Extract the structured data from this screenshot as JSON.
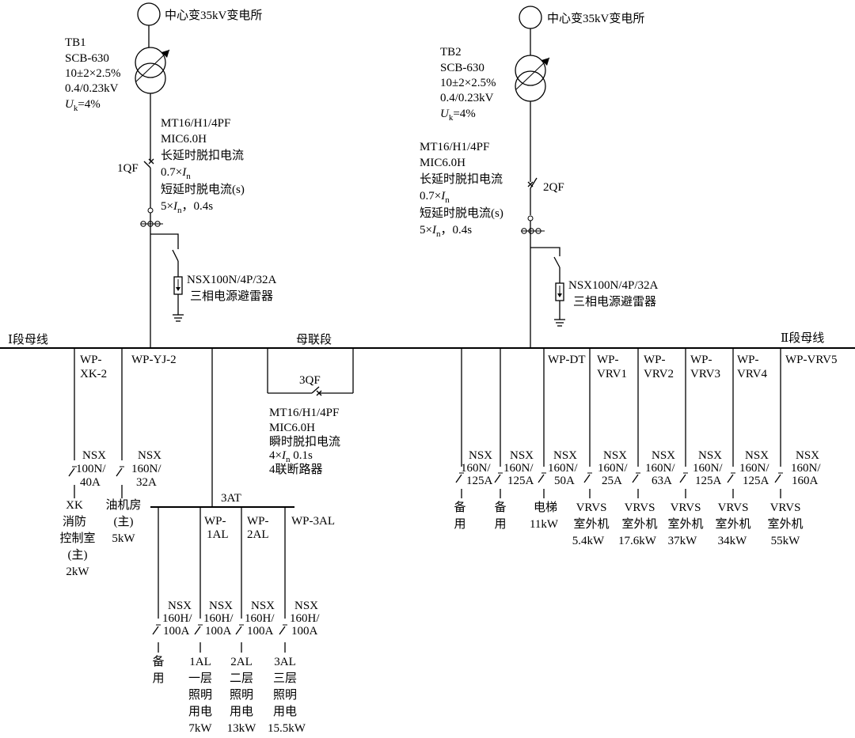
{
  "sources": {
    "left": "中心变35kV变电所",
    "right": "中心变35kV变电所"
  },
  "transformers": {
    "tb1": {
      "name": "TB1",
      "model": "SCB-630",
      "ratio": "10±2×2.5%",
      "voltage": "0.4/0.23kV",
      "uk_sym": "U",
      "uk_sub": "k",
      "uk_val": "=4%"
    },
    "tb2": {
      "name": "TB2",
      "model": "SCB-630",
      "ratio": "10±2×2.5%",
      "voltage": "0.4/0.23kV",
      "uk_sym": "U",
      "uk_sub": "k",
      "uk_val": "=4%"
    }
  },
  "breakers": {
    "qf1": {
      "label": "1QF",
      "model": "MT16/H1/4PF",
      "unit": "MIC6.0H",
      "long_title": "长延时脱扣电流",
      "long_pre": "0.7×",
      "in_sym": "I",
      "in_sub": "n",
      "short_title": "短延时脱电流(s)",
      "short_pre": "5×",
      "short_post": "，0.4s"
    },
    "qf2": {
      "label": "2QF",
      "model": "MT16/H1/4PF",
      "unit": "MIC6.0H",
      "long_title": "长延时脱扣电流",
      "long_pre": "0.7×",
      "in_sym": "I",
      "in_sub": "n",
      "short_title": "短延时脱电流(s)",
      "short_pre": "5×",
      "short_post": "，0.4s"
    },
    "qf3": {
      "label": "3QF",
      "model": "MT16/H1/4PF",
      "unit": "MIC6.0H",
      "inst_title": "瞬时脱扣电流",
      "inst_pre": "4×",
      "in_sym": "I",
      "in_sub": "n",
      "inst_post": "  0.1s",
      "note": "4联断路器"
    }
  },
  "arresters": {
    "left": {
      "model": "NSX100N/4P/32A",
      "desc": "三相电源避雷器"
    },
    "right": {
      "model": "NSX100N/4P/32A",
      "desc": "三相电源避雷器"
    }
  },
  "buses": {
    "bus1": "Ⅰ段母线",
    "tie": "母联段",
    "bus2": "Ⅱ段母线"
  },
  "left_feeders": [
    {
      "cable": [
        "WP-",
        "XK-2"
      ],
      "switch": [
        "NSX",
        "100N/",
        "40A"
      ],
      "load": [
        "XK",
        "消防",
        "控制室",
        "(主)",
        "2kW"
      ]
    },
    {
      "cable": [
        "WP-YJ-2"
      ],
      "switch": [
        "NSX",
        "160N/",
        "32A"
      ],
      "load": [
        "油机房",
        "(主)",
        "5kW"
      ]
    }
  ],
  "ats_bus": {
    "label": "3AT"
  },
  "ats_cables": [
    "WP-",
    "1AL",
    "WP-",
    "2AL",
    "WP-3AL"
  ],
  "ats_feeders": [
    {
      "switch": [
        "NSX",
        "160H/",
        "100A"
      ],
      "load": [
        "备",
        "用"
      ]
    },
    {
      "switch": [
        "NSX",
        "160H/",
        "100A"
      ],
      "load": [
        "1AL",
        "一层",
        "照明",
        "用电",
        "7kW"
      ]
    },
    {
      "switch": [
        "NSX",
        "160H/",
        "100A"
      ],
      "load": [
        "2AL",
        "二层",
        "照明",
        "用电",
        "13kW"
      ]
    },
    {
      "switch": [
        "NSX",
        "160H/",
        "100A"
      ],
      "load": [
        "3AL",
        "三层",
        "照明",
        "用电",
        "15.5kW"
      ]
    }
  ],
  "right_feeders": [
    {
      "cable": [],
      "switch": [
        "NSX",
        "160N/",
        "125A"
      ],
      "load": [
        "备",
        "用"
      ]
    },
    {
      "cable": [],
      "switch": [
        "NSX",
        "160N/",
        "125A"
      ],
      "load": [
        "备",
        "用"
      ]
    },
    {
      "cable": [
        "WP-DT"
      ],
      "switch": [
        "NSX",
        "160N/",
        "50A"
      ],
      "load": [
        "电梯",
        "11kW"
      ]
    },
    {
      "cable": [
        "WP-",
        "VRV1"
      ],
      "switch": [
        "NSX",
        "160N/",
        "25A"
      ],
      "load": [
        "VRVS",
        "室外机",
        "5.4kW"
      ]
    },
    {
      "cable": [
        "WP-",
        "VRV2"
      ],
      "switch": [
        "NSX",
        "160N/",
        "63A"
      ],
      "load": [
        "VRVS",
        "室外机",
        "17.6kW"
      ]
    },
    {
      "cable": [
        "WP-",
        "VRV3"
      ],
      "switch": [
        "NSX",
        "160N/",
        "125A"
      ],
      "load": [
        "VRVS",
        "室外机",
        "37kW"
      ]
    },
    {
      "cable": [
        "WP-",
        "VRV4"
      ],
      "switch": [
        "NSX",
        "160N/",
        "125A"
      ],
      "load": [
        "VRVS",
        "室外机",
        "34kW"
      ]
    },
    {
      "cable": [
        "WP-VRV5"
      ],
      "switch": [
        "NSX",
        "160N/",
        "160A"
      ],
      "load": [
        "VRVS",
        "室外机",
        "55kW"
      ]
    }
  ]
}
